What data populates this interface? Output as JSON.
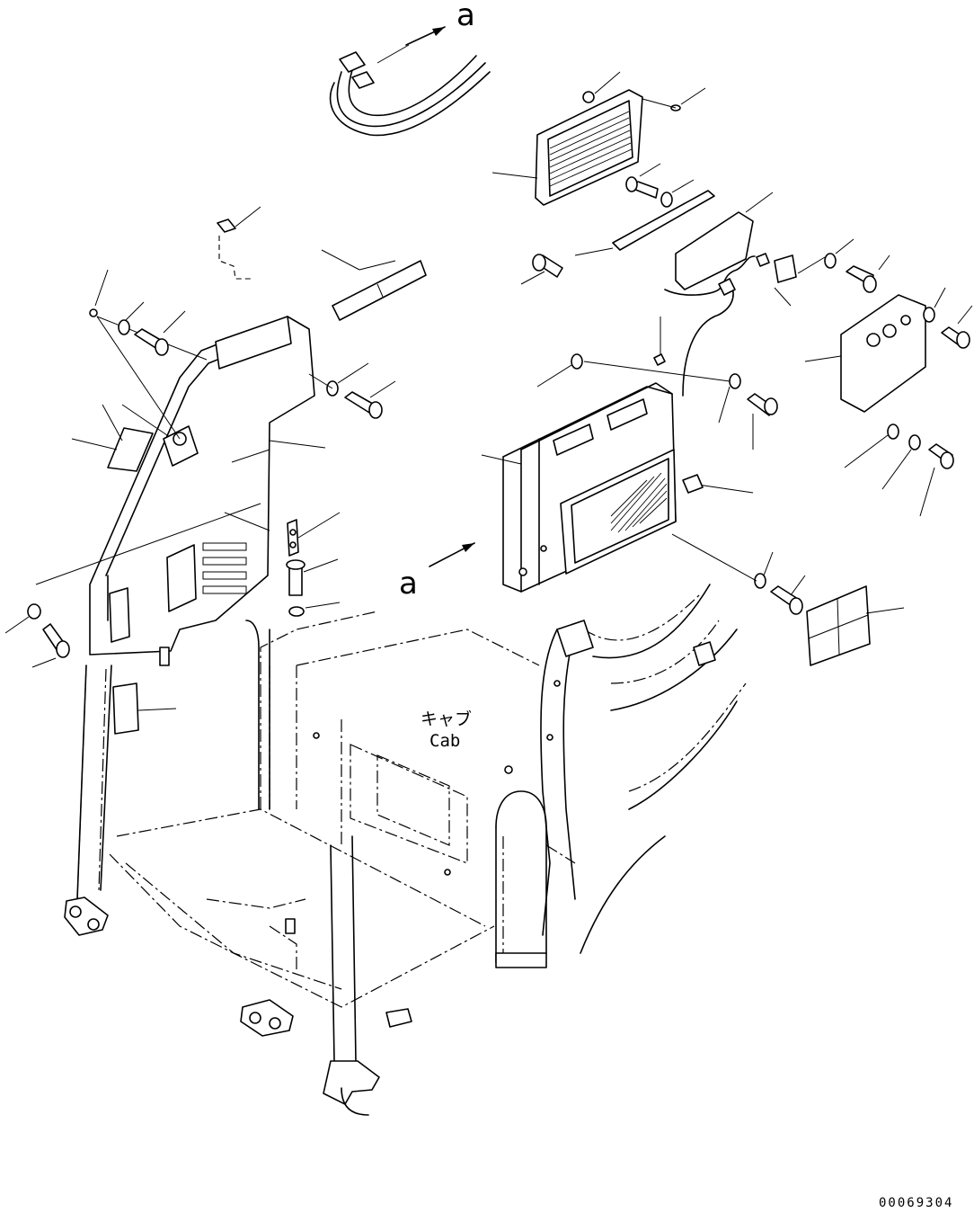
{
  "diagram": {
    "view_labels": {
      "top": "a",
      "middle": "a"
    },
    "cab_label": {
      "japanese": "キャブ",
      "english": "Cab"
    },
    "figure_number": "00069304"
  }
}
